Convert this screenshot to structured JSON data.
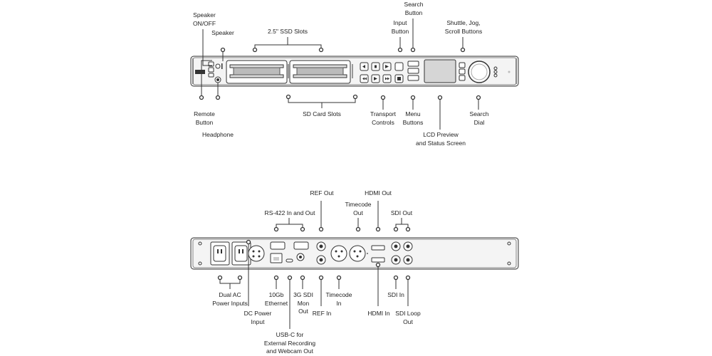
{
  "front_panel": {
    "labels": {
      "speaker_onoff": "Speaker\nON/OFF",
      "speaker": "Speaker",
      "ssd_slots": "2.5\" SSD Slots",
      "input_button": "Input\nButton",
      "search_button": "Search\nButton",
      "shuttle_buttons": "Shuttle, Jog,\nScroll Buttons",
      "remote_button": "Remote\nButton",
      "headphone": "Headphone",
      "sd_card_slots": "SD Card Slots",
      "transport_controls": "Transport\nControls",
      "menu_buttons": "Menu\nButtons",
      "lcd_preview": "LCD Preview\nand Status Screen",
      "search_dial": "Search\nDial"
    }
  },
  "rear_panel": {
    "labels": {
      "ref_out": "REF Out",
      "hdmi_out": "HDMI Out",
      "rs422": "RS-422 In and Out",
      "timecode_out": "Timecode\nOut",
      "sdi_out": "SDI Out",
      "dual_ac": "Dual AC\nPower Inputs",
      "ethernet": "10Gb\nEthernet",
      "sdi_mon_out": "3G SDI\nMon\nOut",
      "timecode_in": "Timecode\nIn",
      "sdi_in": "SDI In",
      "dc_power": "DC Power\nInput",
      "ref_in": "REF In",
      "hdmi_in": "HDMI In",
      "sdi_loop_out": "SDI Loop\nOut",
      "usb_c": "USB-C for\nExternal Recording\nand Webcam Out"
    }
  }
}
